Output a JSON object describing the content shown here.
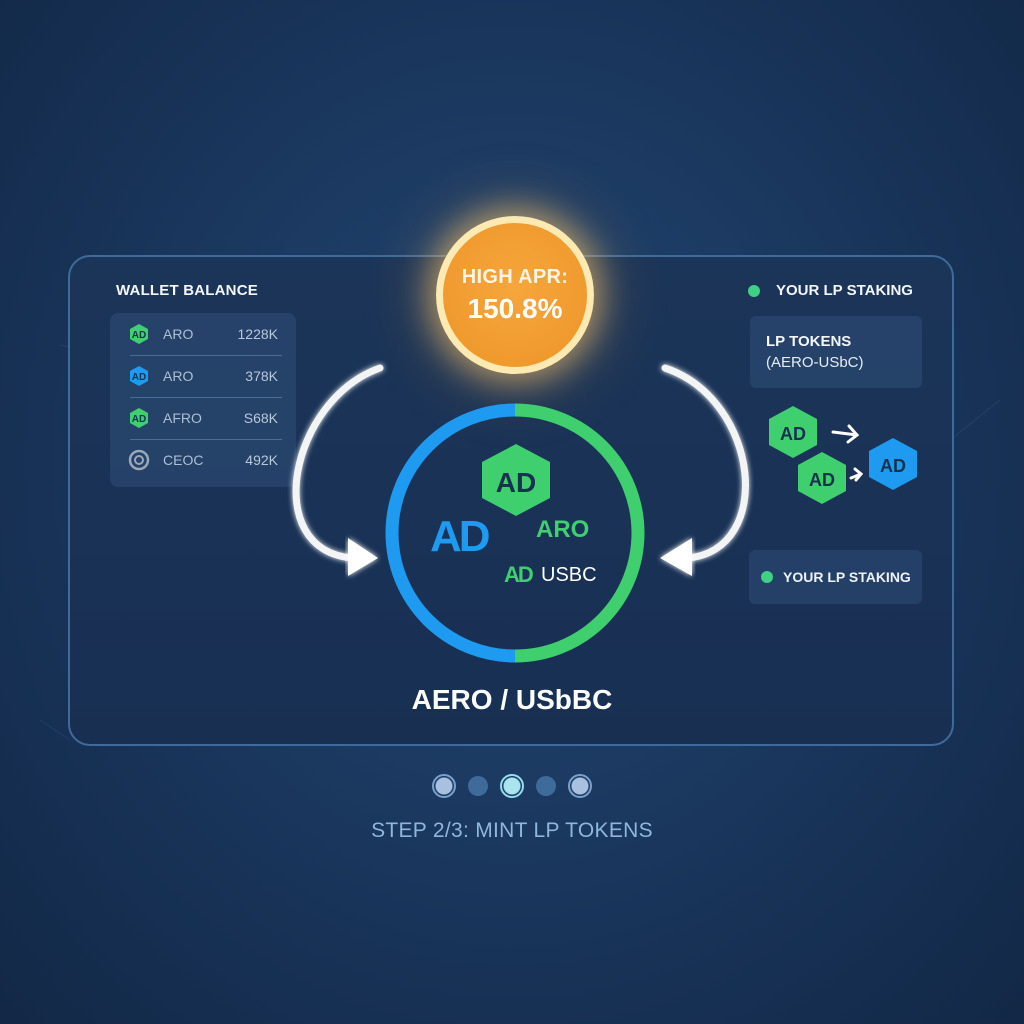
{
  "apr_badge": {
    "label": "HIGH APR:",
    "value": "150.8%",
    "color": "#f09a2e"
  },
  "wallet": {
    "title": "WALLET BALANCE",
    "items": [
      {
        "icon": "aero-token-green-icon",
        "symbol": "ARO",
        "amount": "1228K",
        "color": "#3fcf6e"
      },
      {
        "icon": "aero-token-blue-icon",
        "symbol": "ARO",
        "amount": "378K",
        "color": "#1e9af0"
      },
      {
        "icon": "aero-token-green-icon",
        "symbol": "AFRO",
        "amount": "S68K",
        "color": "#3fcf6e"
      },
      {
        "icon": "coin-outline-icon",
        "symbol": "CEOC",
        "amount": "492K",
        "color": "#9aa8b8"
      }
    ]
  },
  "pool": {
    "ring_colors": {
      "left": "#1e9af0",
      "right": "#3fcf6e"
    },
    "token_a_label": "ARO",
    "token_b_label": "USBC",
    "pair_label": "AERO / USbBC"
  },
  "right_panel": {
    "header": "YOUR LP STAKING",
    "lp_card": {
      "line1": "LP TOKENS",
      "line2": "(AERO-USbC)"
    },
    "staking_card": "YOUR LP STAKING",
    "status_color": "#3fcf85"
  },
  "pager": {
    "dots": [
      "ring",
      "off",
      "active",
      "off",
      "ring"
    ],
    "current": 3
  },
  "step_label": "STEP 2/3: MINT LP TOKENS"
}
